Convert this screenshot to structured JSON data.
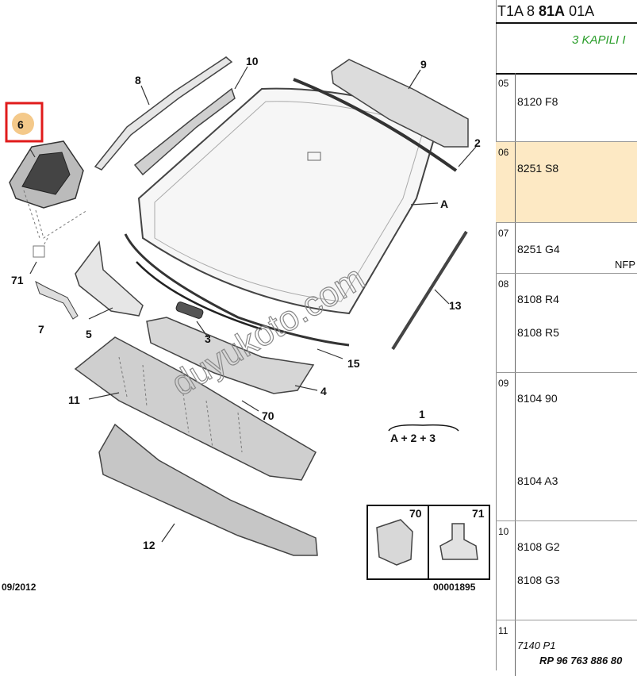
{
  "diagram": {
    "labels": [
      "6",
      "8",
      "10",
      "9",
      "2",
      "A",
      "71",
      "7",
      "5",
      "3",
      "13",
      "15",
      "4",
      "11",
      "70",
      "1",
      "A + 2 + 3",
      "12"
    ],
    "inset_labels": [
      "70",
      "71"
    ],
    "date": "09/2012",
    "ref_code": "00001895",
    "watermark": "duyukoto.com",
    "highlight_color": "#e01b1b"
  },
  "panel": {
    "header_a": "T1A 8 ",
    "header_b": "81A",
    "header_c": " 01A",
    "subtitle": "3 KAPILI I",
    "rows": [
      {
        "num": "05",
        "codes": [
          "8120 F8"
        ]
      },
      {
        "num": "06",
        "codes": [
          "8251 S8"
        ]
      },
      {
        "num": "07",
        "codes": [
          "8251 G4"
        ],
        "note": "NFP"
      },
      {
        "num": "08",
        "codes": [
          "8108 R4",
          "8108 R5"
        ]
      },
      {
        "num": "09",
        "codes": [
          "8104 90",
          "8104 A3"
        ]
      },
      {
        "num": "10",
        "codes": [
          "8108 G2",
          "8108 G3"
        ]
      },
      {
        "num": "11",
        "codes": [
          "7140 P1",
          "RP 96 763 886 80"
        ]
      }
    ]
  }
}
